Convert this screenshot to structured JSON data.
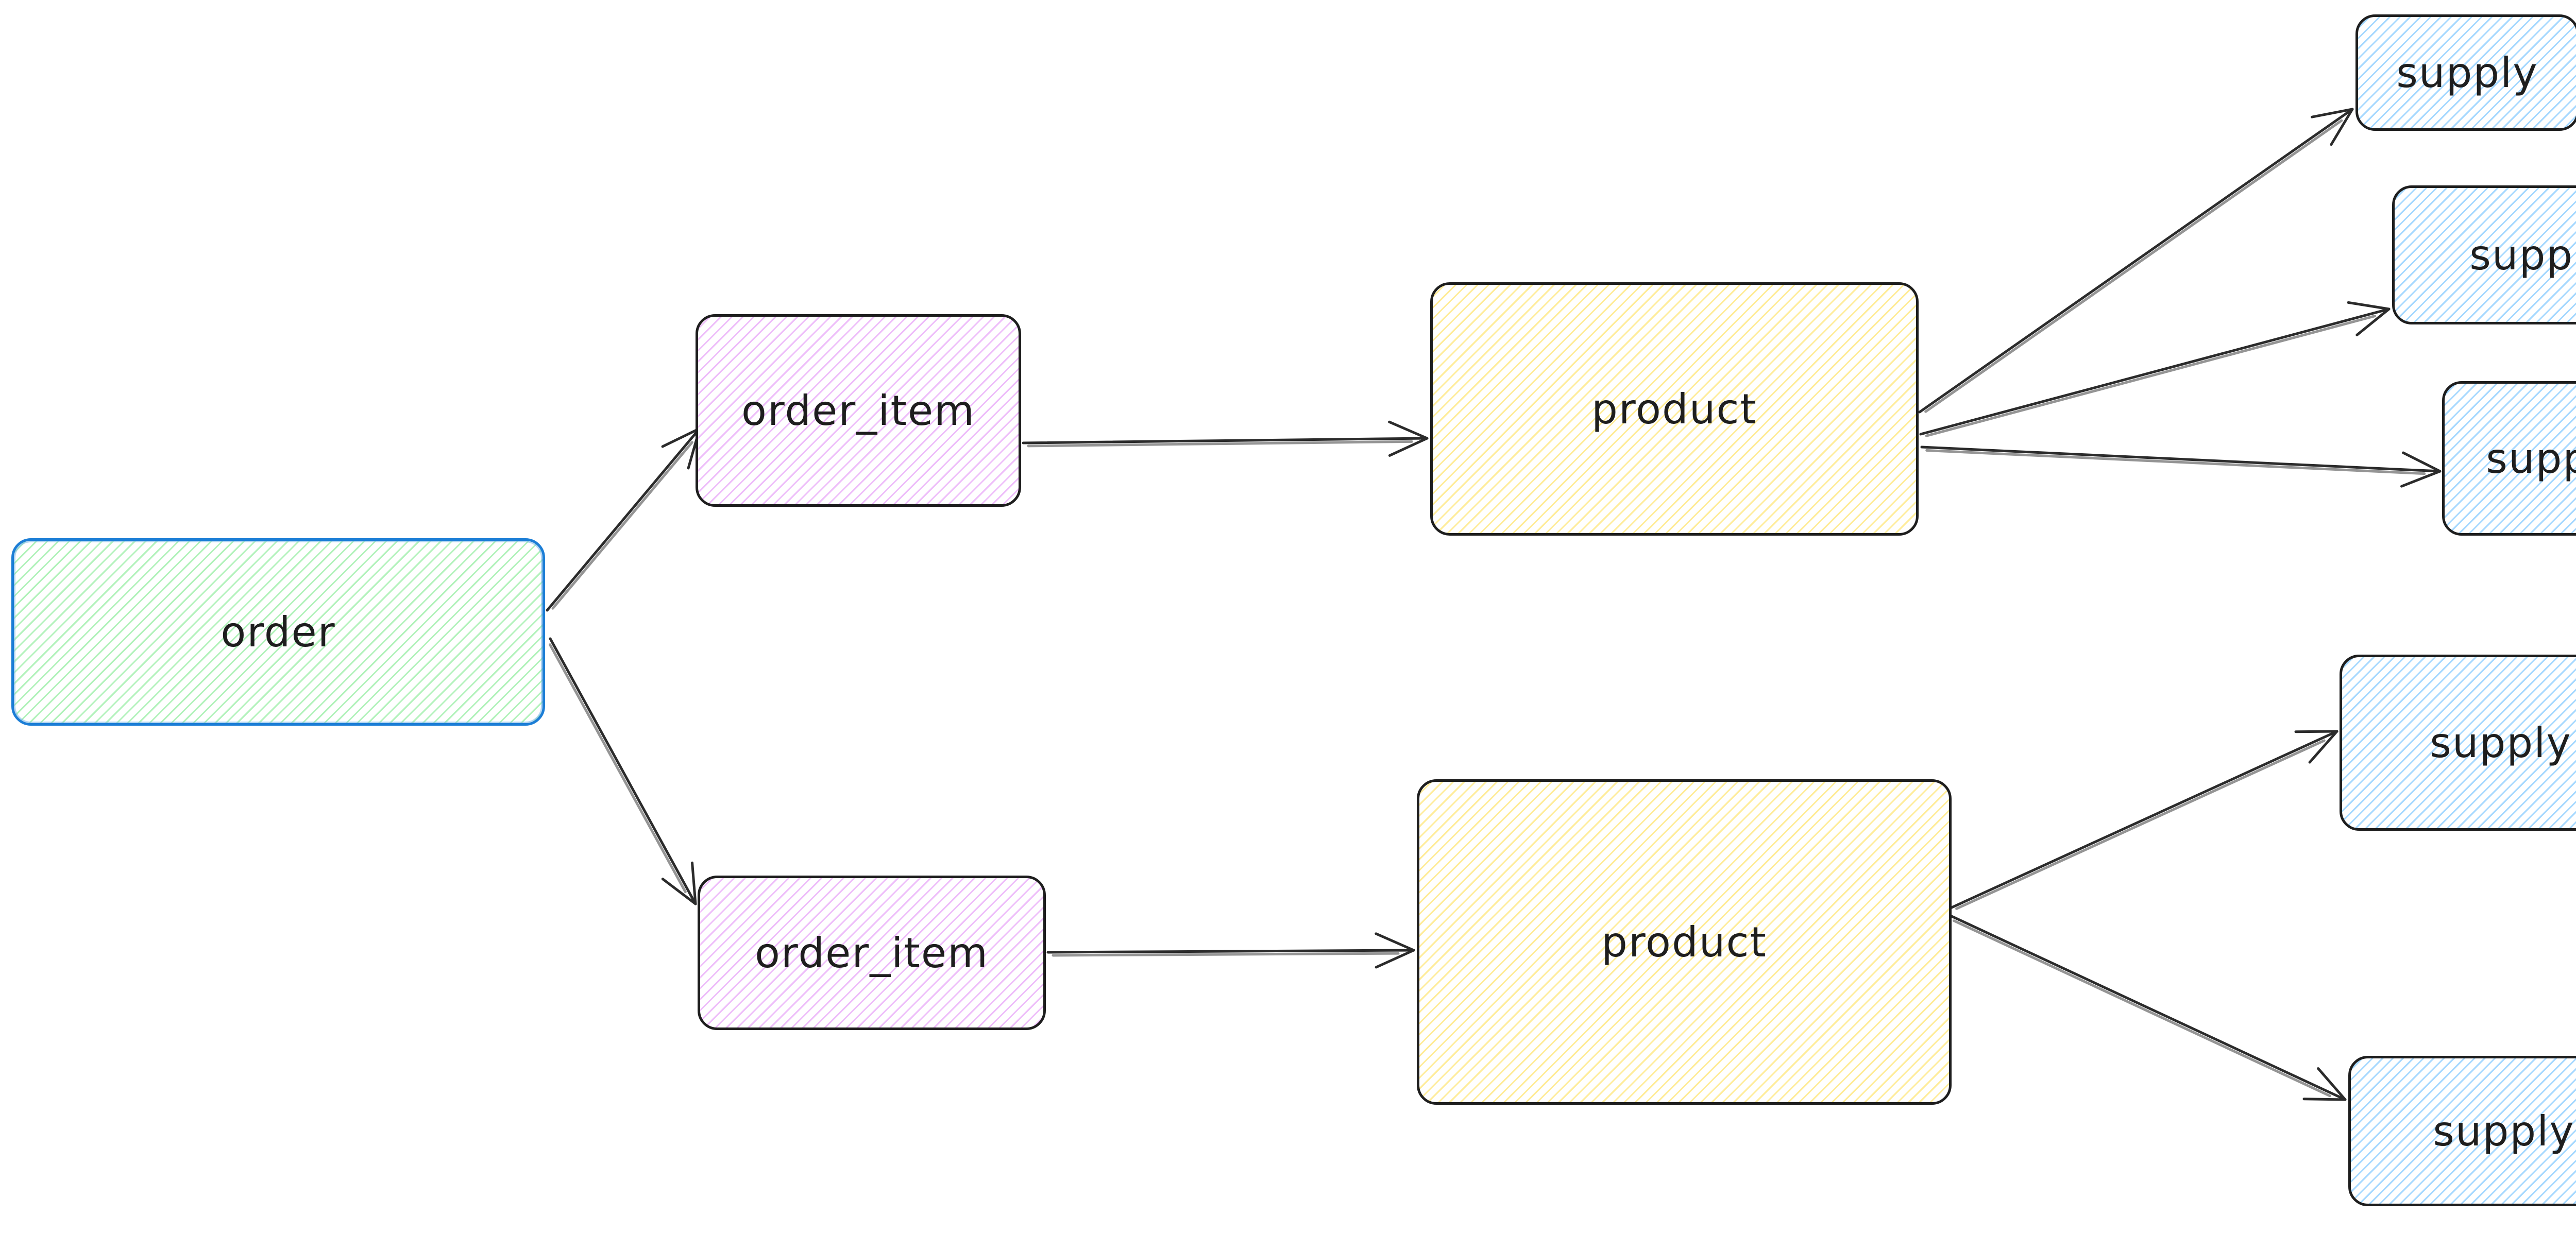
{
  "canvas": {
    "background": "#ffffff"
  },
  "palette": {
    "arrow_stroke": "#2b2b2b",
    "dark_stroke": "#1e1e1e",
    "text_color": "#1e1e1e",
    "order_stroke": "#1c7ed6",
    "order_fill_hachure": "#b2f2bb",
    "order_item_fill_hachure": "#eebefa",
    "product_fill_hachure": "#ffec99",
    "supply_fill_hachure": "#a5d8ff"
  },
  "diagram": {
    "style": "hand-drawn hachure (excalidraw-like)",
    "nodes": [
      {
        "id": "order",
        "label": "order",
        "kind": "order"
      },
      {
        "id": "order_item_top",
        "label": "order_item",
        "kind": "order_item"
      },
      {
        "id": "order_item_bot",
        "label": "order_item",
        "kind": "order_item"
      },
      {
        "id": "product_top",
        "label": "product",
        "kind": "product"
      },
      {
        "id": "product_bot",
        "label": "product",
        "kind": "product"
      },
      {
        "id": "supply_1",
        "label": "supply",
        "kind": "supply"
      },
      {
        "id": "supply_2",
        "label": "supply",
        "kind": "supply"
      },
      {
        "id": "supply_3",
        "label": "supply",
        "kind": "supply"
      },
      {
        "id": "supply_4",
        "label": "supply",
        "kind": "supply"
      },
      {
        "id": "supply_5",
        "label": "supply",
        "kind": "supply"
      }
    ],
    "edges": [
      {
        "from": "order",
        "to": "order_item_top"
      },
      {
        "from": "order",
        "to": "order_item_bot"
      },
      {
        "from": "order_item_top",
        "to": "product_top"
      },
      {
        "from": "order_item_bot",
        "to": "product_bot"
      },
      {
        "from": "product_top",
        "to": "supply_1"
      },
      {
        "from": "product_top",
        "to": "supply_2"
      },
      {
        "from": "product_top",
        "to": "supply_3"
      },
      {
        "from": "product_bot",
        "to": "supply_4"
      },
      {
        "from": "product_bot",
        "to": "supply_5"
      }
    ]
  }
}
